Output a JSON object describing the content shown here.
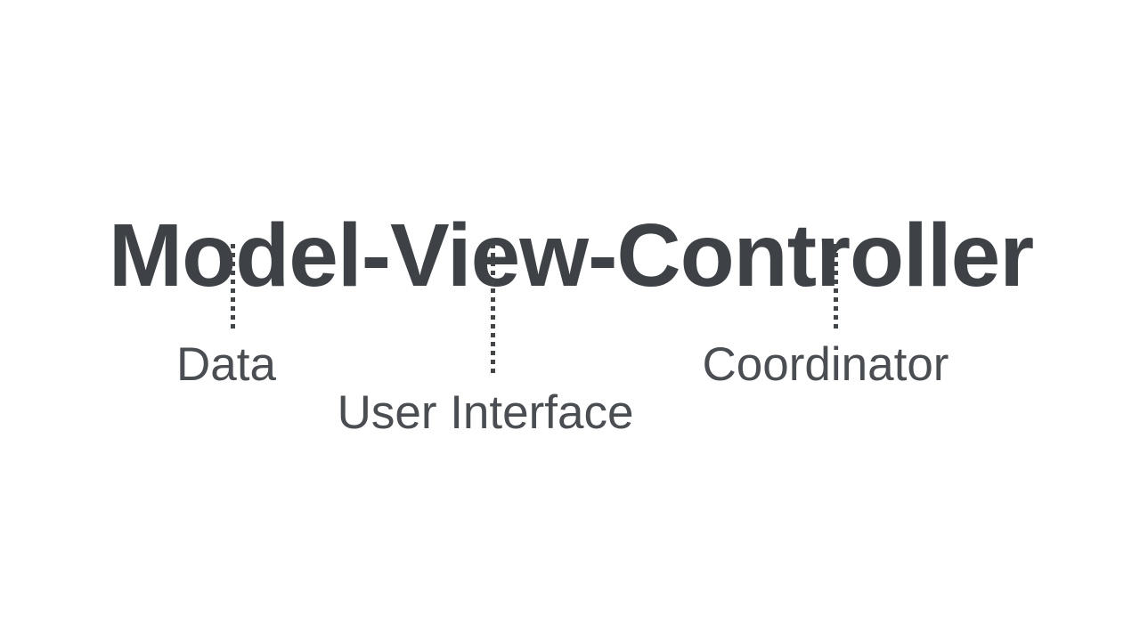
{
  "slide": {
    "title": "Model-View-Controller",
    "terms": [
      {
        "name": "model",
        "label": "Data"
      },
      {
        "name": "view",
        "label": "User Interface"
      },
      {
        "name": "controller",
        "label": "Coordinator"
      }
    ]
  },
  "colors": {
    "background": "#ffffff",
    "title_text": "#3e4247",
    "label_text": "#4a4e52",
    "dotted_line": "#424649"
  }
}
